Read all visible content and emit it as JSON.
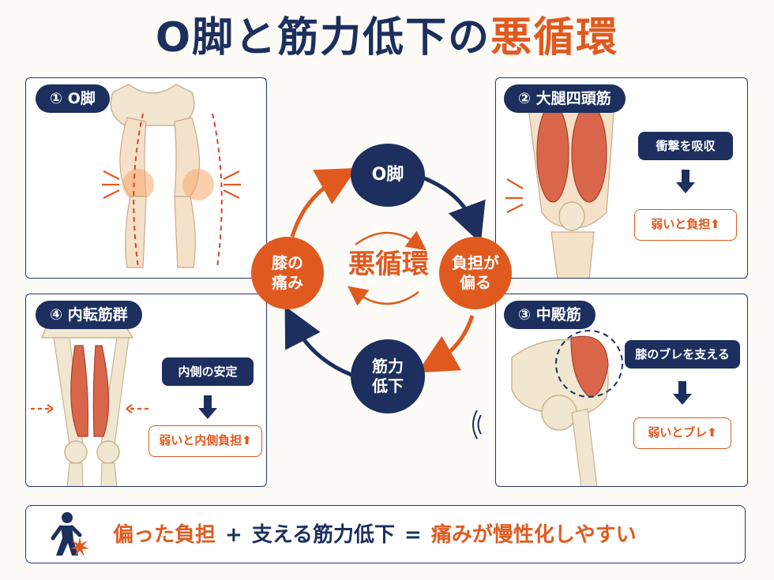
{
  "title": {
    "main": "O脚と筋力低下の",
    "accent": "悪循環"
  },
  "panels": {
    "p1": {
      "label": "① O脚"
    },
    "p2": {
      "label": "② 大腿四頭筋",
      "callout": "衝撃を吸収",
      "result": "弱いと負担⬆"
    },
    "p3": {
      "label": "③ 中殿筋",
      "callout": "膝のブレを支える",
      "result": "弱いとブレ⬆"
    },
    "p4": {
      "label": "④ 内転筋群",
      "callout": "内側の安定",
      "result": "弱いと内側負担⬆"
    }
  },
  "cycle": {
    "center": "悪循環",
    "nodes": {
      "top": "O脚",
      "right": "負担が\n偏る",
      "bottom": "筋力\n低下",
      "left": "膝の\n痛み"
    }
  },
  "bottom": {
    "term1": "偏った負担",
    "plus": "+",
    "term2": "支える筋力低下",
    "equals": "=",
    "result": "痛みが慢性化しやすい"
  },
  "colors": {
    "navy": "#1c2f5e",
    "orange": "#e05a1f",
    "bone": "#f1e6cf",
    "muscle": "#d9654a"
  },
  "icons": [
    "walking-person-icon",
    "knee-pain-burst-icon",
    "down-arrow-icon",
    "cycle-arrow-icon"
  ]
}
